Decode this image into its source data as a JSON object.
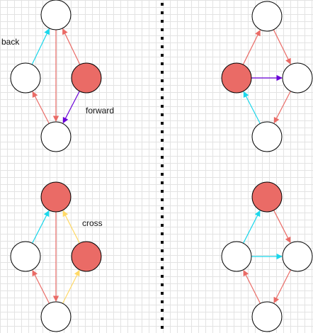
{
  "colors": {
    "node_fill": "#ffffff",
    "node_highlight": "#ea6b66",
    "node_stroke": "#000000",
    "tree_edge": "#ea6b66",
    "back_edge": "#1bd7eb",
    "forward_edge": "#6a00d8",
    "cross_edge": "#ffd966",
    "divider": "#000000"
  },
  "labels": {
    "back": "back",
    "forward": "forward",
    "cross": "cross"
  },
  "graphs": [
    {
      "id": "top-left",
      "nodes": [
        {
          "id": "a",
          "highlight": false
        },
        {
          "id": "b",
          "highlight": false
        },
        {
          "id": "c",
          "highlight": true
        },
        {
          "id": "d",
          "highlight": false
        }
      ],
      "edges": [
        {
          "from": "b",
          "to": "a",
          "kind": "back"
        },
        {
          "from": "a",
          "to": "d",
          "kind": "tree"
        },
        {
          "from": "c",
          "to": "a",
          "kind": "tree"
        },
        {
          "from": "d",
          "to": "b",
          "kind": "tree"
        },
        {
          "from": "c",
          "to": "d",
          "kind": "forward"
        }
      ]
    },
    {
      "id": "top-right",
      "nodes": [
        {
          "id": "a",
          "highlight": false
        },
        {
          "id": "b",
          "highlight": true
        },
        {
          "id": "c",
          "highlight": false
        },
        {
          "id": "d",
          "highlight": false
        }
      ],
      "edges": [
        {
          "from": "b",
          "to": "a",
          "kind": "tree"
        },
        {
          "from": "a",
          "to": "c",
          "kind": "tree"
        },
        {
          "from": "b",
          "to": "c",
          "kind": "forward"
        },
        {
          "from": "c",
          "to": "d",
          "kind": "tree"
        },
        {
          "from": "d",
          "to": "b",
          "kind": "back"
        }
      ]
    },
    {
      "id": "bottom-left",
      "nodes": [
        {
          "id": "a",
          "highlight": true
        },
        {
          "id": "b",
          "highlight": false
        },
        {
          "id": "c",
          "highlight": true
        },
        {
          "id": "d",
          "highlight": false
        }
      ],
      "edges": [
        {
          "from": "b",
          "to": "a",
          "kind": "back"
        },
        {
          "from": "a",
          "to": "d",
          "kind": "tree"
        },
        {
          "from": "d",
          "to": "b",
          "kind": "tree"
        },
        {
          "from": "c",
          "to": "a",
          "kind": "cross"
        },
        {
          "from": "d",
          "to": "c",
          "kind": "cross"
        }
      ]
    },
    {
      "id": "bottom-right",
      "nodes": [
        {
          "id": "a",
          "highlight": true
        },
        {
          "id": "b",
          "highlight": false
        },
        {
          "id": "c",
          "highlight": false
        },
        {
          "id": "d",
          "highlight": false
        }
      ],
      "edges": [
        {
          "from": "b",
          "to": "a",
          "kind": "back"
        },
        {
          "from": "a",
          "to": "c",
          "kind": "tree"
        },
        {
          "from": "b",
          "to": "c",
          "kind": "back"
        },
        {
          "from": "c",
          "to": "d",
          "kind": "tree"
        },
        {
          "from": "d",
          "to": "b",
          "kind": "tree"
        }
      ]
    }
  ]
}
